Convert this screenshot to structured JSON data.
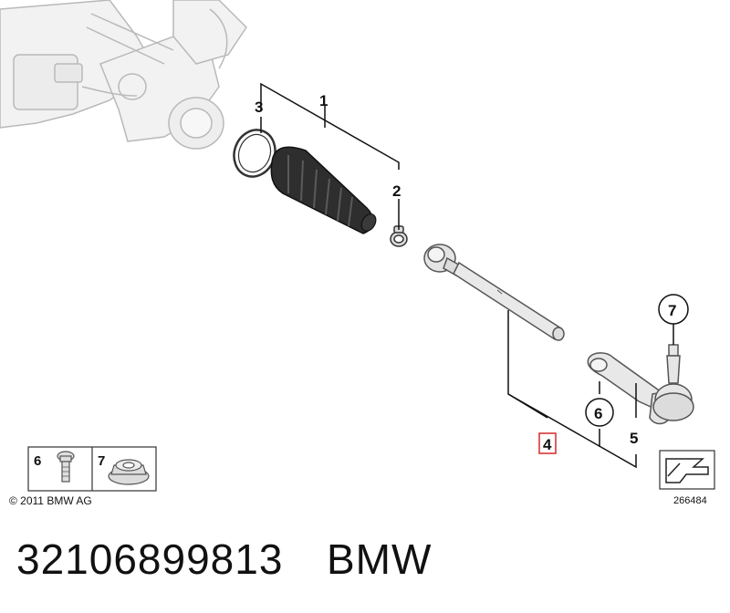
{
  "callouts": {
    "c1": "1",
    "c2": "2",
    "c3": "3",
    "c4": "4",
    "c5": "5",
    "c6": "6",
    "c7": "7"
  },
  "inset": {
    "item_a": "6",
    "item_b": "7"
  },
  "copyright": "© 2011 BMW AG",
  "diagram_number": "266484",
  "footer": {
    "part_number": "32106899813",
    "brand": "BMW"
  },
  "colors": {
    "highlight": "#d62828",
    "line": "#111111",
    "ghost": "#c8c8c8"
  }
}
